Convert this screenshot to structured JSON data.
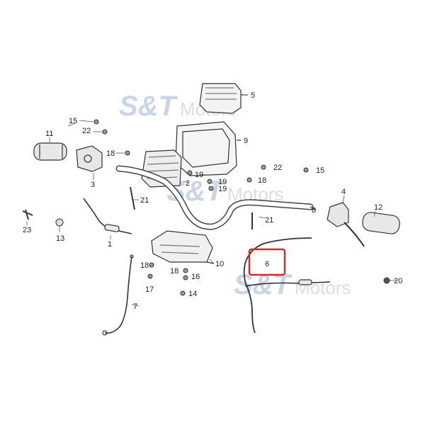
{
  "watermark": {
    "brand": "S&T",
    "suffix": "Motors"
  },
  "highlight": {
    "part": "6",
    "color": "#d62828"
  },
  "parts": [
    {
      "id": "p1",
      "label": "1"
    },
    {
      "id": "p2",
      "label": "2"
    },
    {
      "id": "p3",
      "label": "3"
    },
    {
      "id": "p4",
      "label": "4"
    },
    {
      "id": "p5",
      "label": "5"
    },
    {
      "id": "p6",
      "label": "6"
    },
    {
      "id": "p7",
      "label": "7"
    },
    {
      "id": "p8",
      "label": "8"
    },
    {
      "id": "p9",
      "label": "9"
    },
    {
      "id": "p10",
      "label": "10"
    },
    {
      "id": "p11",
      "label": "11"
    },
    {
      "id": "p12",
      "label": "12"
    },
    {
      "id": "p13",
      "label": "13"
    },
    {
      "id": "p14",
      "label": "14"
    },
    {
      "id": "p15a",
      "label": "15"
    },
    {
      "id": "p15b",
      "label": "15"
    },
    {
      "id": "p16",
      "label": "16"
    },
    {
      "id": "p17",
      "label": "17"
    },
    {
      "id": "p18a",
      "label": "18"
    },
    {
      "id": "p18b",
      "label": "18"
    },
    {
      "id": "p18c",
      "label": "18"
    },
    {
      "id": "p18d",
      "label": "18"
    },
    {
      "id": "p19a",
      "label": "19"
    },
    {
      "id": "p19b",
      "label": "19"
    },
    {
      "id": "p19c",
      "label": "19"
    },
    {
      "id": "p20",
      "label": "20"
    },
    {
      "id": "p21a",
      "label": "21"
    },
    {
      "id": "p21b",
      "label": "21"
    },
    {
      "id": "p22a",
      "label": "22"
    },
    {
      "id": "p22b",
      "label": "22"
    },
    {
      "id": "p23",
      "label": "23"
    }
  ]
}
